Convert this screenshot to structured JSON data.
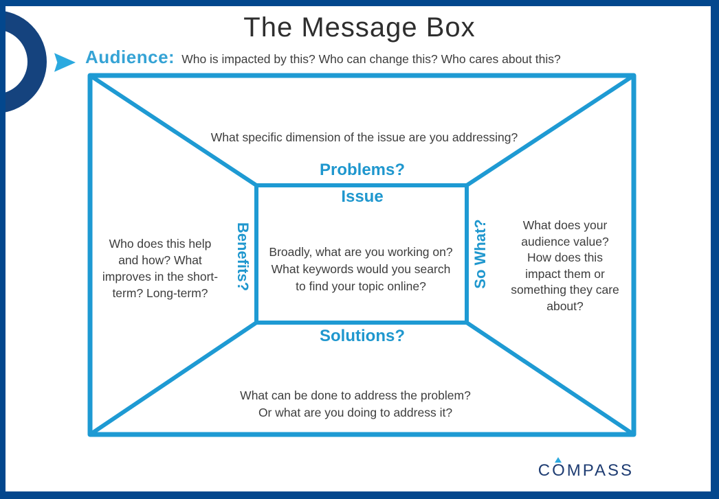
{
  "page": {
    "title": "The Message Box"
  },
  "audience": {
    "label": "Audience:",
    "question": "Who is impacted by this? Who can change this? Who cares about this?"
  },
  "sections": {
    "problems": {
      "label": "Problems?",
      "question": "What specific dimension of the issue are you addressing?"
    },
    "issue": {
      "label": "Issue",
      "question_lines": [
        "Broadly, what are you working on?",
        "What keywords would you search",
        "to find your topic online?"
      ]
    },
    "benefits": {
      "label": "Benefits?",
      "question_lines": [
        "Who does this help",
        "and how? What",
        "improves in the short-",
        "term? Long-term?"
      ]
    },
    "so_what": {
      "label": "So What?",
      "question_lines": [
        "What does your",
        "audience value?",
        "How does this",
        "impact them or",
        "something they care",
        "about?"
      ]
    },
    "solutions": {
      "label": "Solutions?",
      "question_lines": [
        "What can be done to address the problem?",
        "Or what are you doing to address it?"
      ]
    }
  },
  "logo": {
    "text": "COMPASS"
  },
  "icons": {
    "ring": "compass-half-ring",
    "arrow": "audience-arrow",
    "caret": "compass-caret"
  },
  "colors": {
    "line_cyan": "#1e9ad3",
    "label_cyan": "#1f97ce",
    "audience_cyan": "#35a3d5",
    "frame_navy": "#03478d",
    "ring_navy": "#15437e",
    "logo_navy": "#1e3c72",
    "body_text": "#3d3d3d"
  }
}
